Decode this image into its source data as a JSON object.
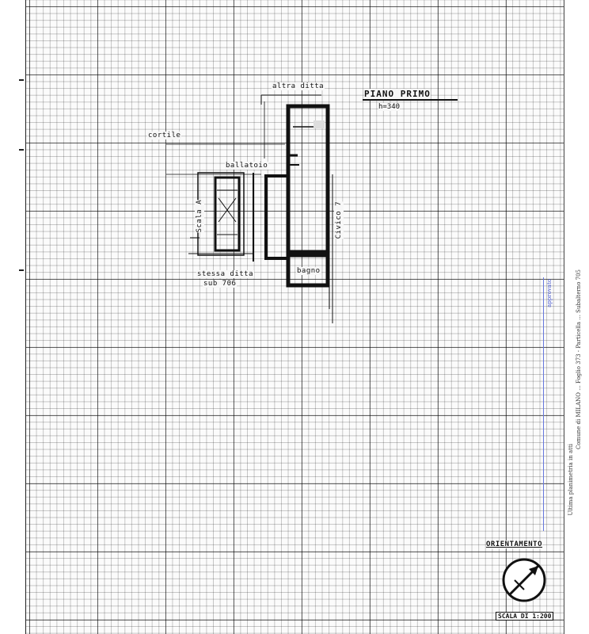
{
  "floor_title": "PIANO PRIMO",
  "floor_height": "h=340",
  "labels": {
    "altra_ditta": "altra ditta",
    "cortile": "cortile",
    "ballatoio": "ballatoio",
    "scala": "Scala A",
    "via": "Civico 7",
    "bagno": "bagno",
    "stessa_ditta": "stessa ditta",
    "sub": "sub 706"
  },
  "orientation_label": "ORIENTAMENTO",
  "scale_label": "SCALA DI 1:200",
  "margin_texts": {
    "date_line": "Ultima planimetria in atti",
    "cadastral_line": "Comune di MILANO ... Foglio 373 - Particella ... Subalterno 705",
    "stamp": "approvato"
  },
  "colors": {
    "ink": "#111111",
    "grid": "#555555",
    "stamp_blue": "#4455cc"
  },
  "icons": {
    "compass": "north-arrow-icon"
  }
}
